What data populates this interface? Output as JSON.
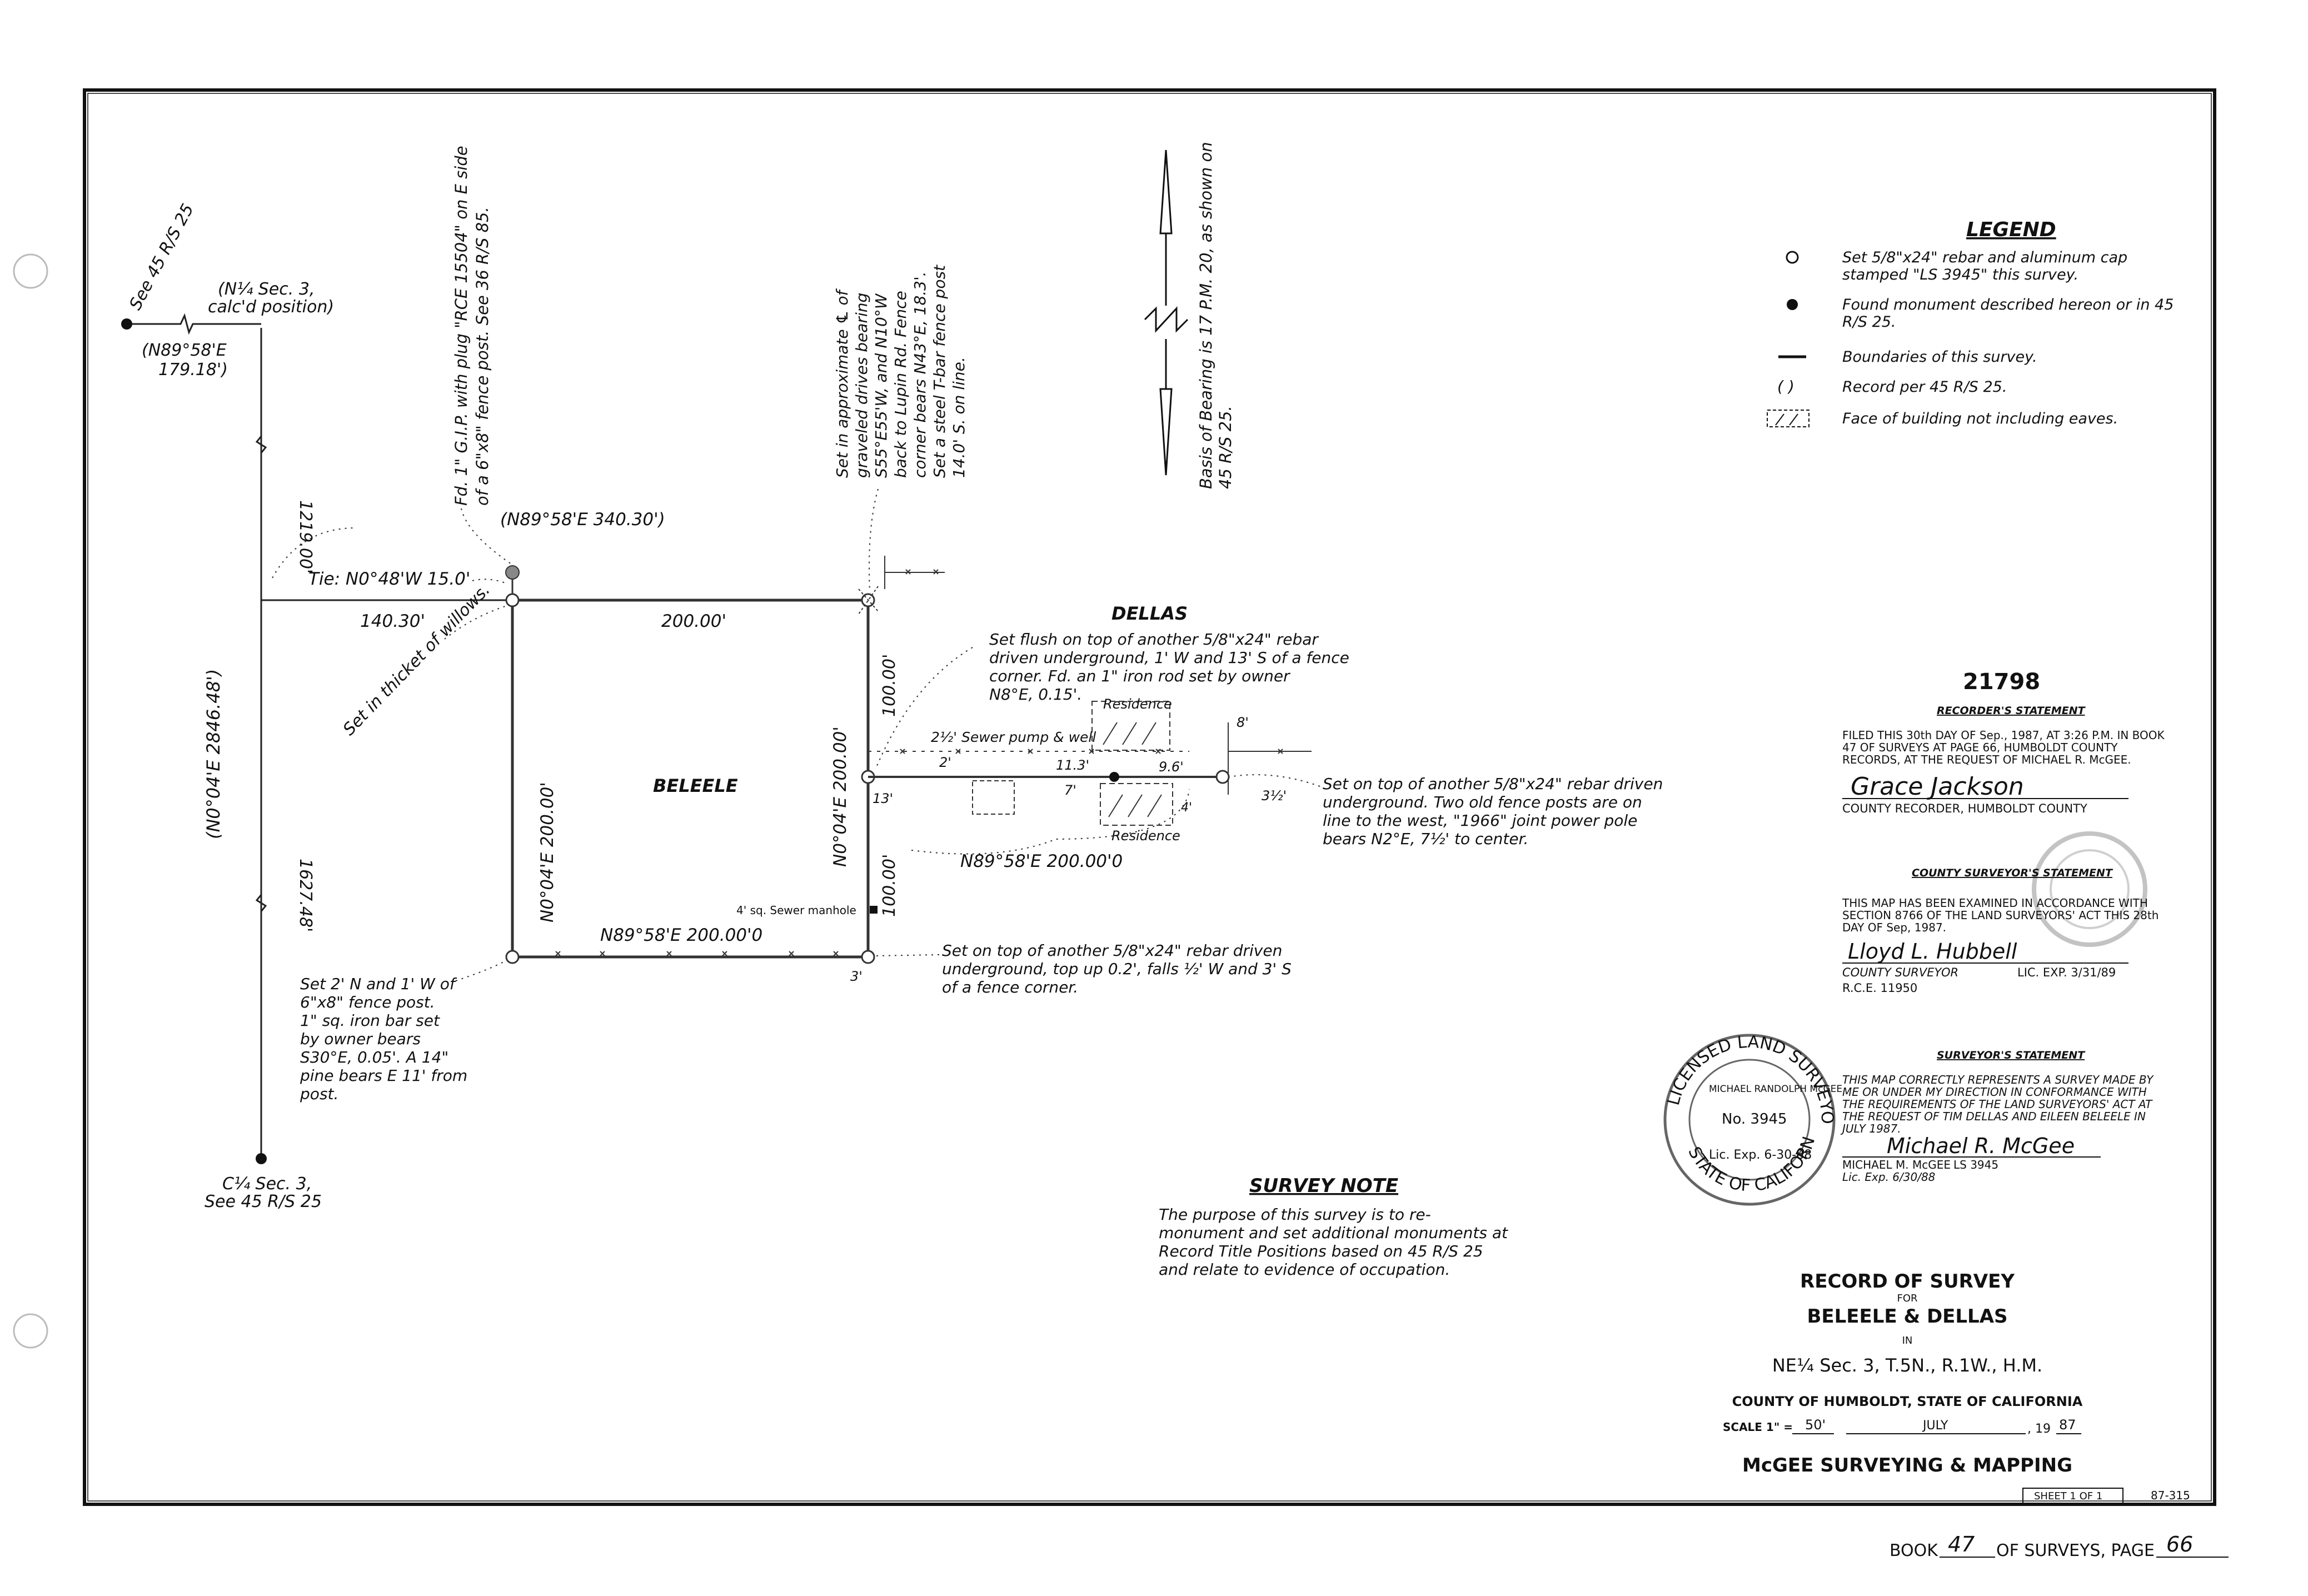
{
  "top_note": {
    "see_ref": "See 45 R/S 25",
    "quarter_label": "(N¼ Sec. 3,",
    "calc_position": "calc'd position)",
    "n89_top": "(N89°58'E",
    "dist_179": "179.18')"
  },
  "west_line": {
    "dist_1219": "1219.00'",
    "total_2846": "(N0°04'E   2846.48')",
    "dist_1627": "1627.48'",
    "bottom_quarter": "C¼ Sec. 3,",
    "bottom_see": "See 45 R/S 25"
  },
  "fd_gip_note": [
    "Fd. 1\" G.I.P. with plug \"RCE 15504\" on E side",
    "of a 6\"x8\" fence post. See 36 R/S 85."
  ],
  "north_record": "(N89°58'E   340.30')",
  "tie_label": "Tie:  N0°48'W  15.0'",
  "dist_140": "140.30'",
  "willows_note": "Set in thicket of willows.",
  "gravel_note": [
    "Set in approximate ℄ of",
    "graveled drives bearing",
    "S55°E55'W, and N10°W",
    "back to Lupin Rd. Fence",
    "corner bears N43°E, 18.3'.",
    "Set a steel T-bar fence post",
    "14.0' S. on line."
  ],
  "north_arrow_note": [
    "Basis of Bearing is 17 P.M. 20, as shown on",
    "45 R/S 25."
  ],
  "parcel": {
    "north_dist": "200.00'",
    "west_label": "N0°04'E    200.00'",
    "owner_west": "BELEELE",
    "south_label": "N89°58'E    200.00'0",
    "east_label": "N0°04'E   200.00'",
    "east_upper": "100.00'",
    "east_lower": "100.00'",
    "dist_13": "13'",
    "dist_3": "3'"
  },
  "dellas": {
    "owner": "DELLAS",
    "flush_note": [
      "Set flush on top of another 5/8\"x24\" rebar",
      "driven underground, 1' W and 13' S of a fence",
      "corner.  Fd. an 1\" iron rod set by owner",
      "N8°E, 0.15'."
    ],
    "sewer_pump": "2½' Sewer pump & well",
    "residence_upper": "Residence",
    "residence_lower": "Residence",
    "dim_2": "2'",
    "dim_11_3": "11.3'",
    "dim_9_6": "9.6'",
    "dim_7": "7'",
    "dim_8": "8'",
    "dim_3_5": "3½'",
    "dim_4": "4'",
    "inner_line": "N89°58'E    200.00'0",
    "set_top_note": [
      "Set on top of another 5/8\"x24\" rebar driven",
      "underground.  Two old fence posts are on",
      "line to the west,  \"1966\" joint power pole",
      "bears N2°E, 7½' to center."
    ]
  },
  "manhole": "4' sq. Sewer manhole",
  "se_corner_note": [
    "Set on top of another 5/8\"x24\" rebar driven",
    "underground, top up 0.2', falls ½' W and 3' S",
    "of a fence corner."
  ],
  "sw_corner_note": [
    "Set 2' N and 1' W of",
    "6\"x8\" fence post.",
    "1\" sq.   iron bar set",
    "by owner bears",
    "S30°E, 0.05'.  A 14\"",
    "pine bears E 11' from",
    "post."
  ],
  "legend": {
    "title": "LEGEND",
    "items": [
      {
        "symbol": "open-circle",
        "text": [
          "Set 5/8\"x24\" rebar and aluminum cap",
          "stamped \"LS 3945\" this survey."
        ]
      },
      {
        "symbol": "filled-circle",
        "text": [
          "Found monument described hereon or in 45",
          "R/S 25."
        ]
      },
      {
        "symbol": "line",
        "text": [
          "Boundaries of this survey."
        ]
      },
      {
        "symbol": "parens",
        "text": [
          "Record per 45 R/S 25."
        ]
      },
      {
        "symbol": "hatch-box",
        "text": [
          "Face of building not including eaves."
        ]
      }
    ],
    "parens_glyph": "(     )"
  },
  "recorder": {
    "doc_number": "21798",
    "title": "RECORDER'S STATEMENT",
    "line1": "FILED THIS 30th DAY OF Sep., 1987, AT 3:26 P.M. IN BOOK",
    "line2": "47 OF SURVEYS AT PAGE 66, HUMBOLDT COUNTY",
    "line3": "RECORDS, AT THE REQUEST OF MICHAEL R. McGEE.",
    "signature": "Grace Jackson",
    "role": "COUNTY RECORDER, HUMBOLDT COUNTY"
  },
  "county_surveyor": {
    "title": "COUNTY SURVEYOR'S STATEMENT",
    "lines": [
      "THIS MAP HAS BEEN EXAMINED IN ACCORDANCE WITH",
      "SECTION 8766 OF THE LAND SURVEYORS' ACT THIS 28th",
      "DAY OF Sep, 1987."
    ],
    "signature": "Lloyd L. Hubbell",
    "role": "COUNTY SURVEYOR",
    "lic": "LIC. EXP. 3/31/89",
    "rce": "R.C.E. 11950"
  },
  "surveyor": {
    "title": "SURVEYOR'S STATEMENT",
    "lines": [
      "THIS MAP CORRECTLY REPRESENTS A SURVEY MADE BY",
      "ME OR UNDER MY DIRECTION IN CONFORMANCE WITH",
      "THE REQUIREMENTS OF THE LAND SURVEYORS' ACT AT",
      "THE REQUEST OF TIM DELLAS AND EILEEN BELEELE IN",
      "JULY 1987."
    ],
    "signature": "Michael R. McGee",
    "name": "MICHAEL M. McGEE",
    "ls": "LS 3945",
    "lic": "Lic. Exp. 6/30/88"
  },
  "seal": {
    "outer": "LICENSED LAND SURVEYOR",
    "state": "STATE OF CALIFORNIA",
    "name": "MICHAEL RANDOLPH McGEE",
    "number": "No. 3945",
    "exp": "Lic. Exp. 6-30-88"
  },
  "survey_note": {
    "title": "SURVEY NOTE",
    "lines": [
      "The purpose of this survey is to re-",
      "monument and set additional monuments at",
      "Record Title Positions based on 45 R/S 25",
      "and relate  to evidence of occupation."
    ]
  },
  "title_block": {
    "l1": "RECORD OF SURVEY",
    "l2": "FOR",
    "l3": "BELEELE & DELLAS",
    "l4": "IN",
    "l5": "NE¼ Sec. 3, T.5N., R.1W., H.M.",
    "l6": "COUNTY OF HUMBOLDT, STATE OF CALIFORNIA",
    "scale_label": "SCALE 1\" =",
    "scale_value": "50'",
    "month": "JULY",
    "year_prefix": ", 19",
    "year": "87",
    "firm": "McGEE SURVEYING & MAPPING",
    "sheet": "SHEET 1 OF 1",
    "job": "87-315"
  },
  "footer": {
    "book_label": "BOOK",
    "book_value": "47",
    "of_surveys": "OF SURVEYS, PAGE",
    "page_value": "66"
  }
}
